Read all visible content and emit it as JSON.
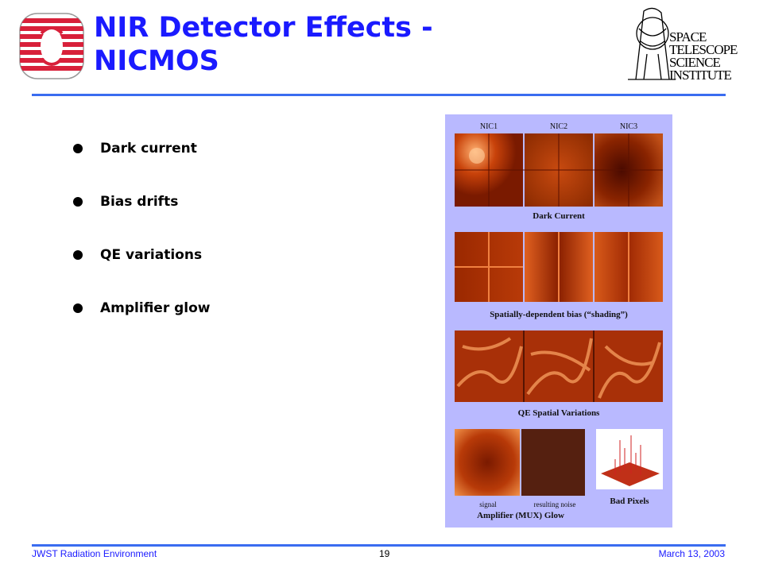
{
  "header": {
    "title_line1": "NIR Detector Effects -",
    "title_line2": "NICMOS",
    "right_logo_text": [
      "SPACE",
      "TELESCOPE",
      "SCIENCE",
      "INSTITUTE"
    ]
  },
  "bullets": [
    {
      "text": "Dark current"
    },
    {
      "text": "Bias drifts"
    },
    {
      "text": "QE variations"
    },
    {
      "text": "Amplifier glow"
    }
  ],
  "figure": {
    "col_headers": [
      "NIC1",
      "NIC2",
      "NIC3"
    ],
    "caption_dark": "Dark Current",
    "caption_bias": "Spatially-dependent bias (“shading”)",
    "caption_qe": "QE Spatial Variations",
    "label_signal": "signal",
    "label_noise": "resulting noise",
    "caption_amp": "Amplifier (MUX) Glow",
    "caption_bad": "Bad Pixels"
  },
  "footer": {
    "left": "JWST Radiation Environment",
    "page": "19",
    "right": "March 13, 2003"
  },
  "colors": {
    "title": "#1a1aff",
    "rule": "#3a6cf0",
    "figure_bg": "#b9b9ff",
    "logo_red": "#d8203a"
  }
}
